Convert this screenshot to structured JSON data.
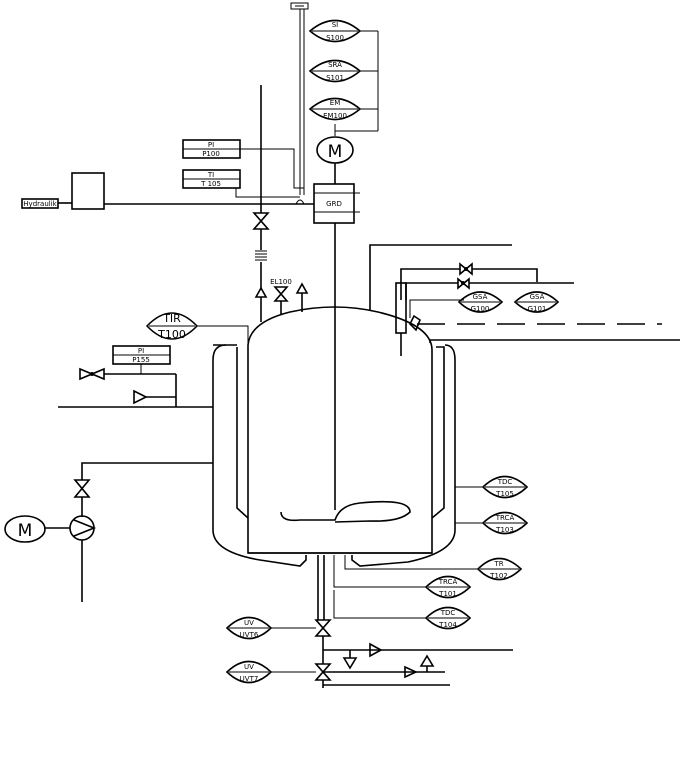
{
  "instruments": {
    "si": {
      "func": "SI",
      "tag": "S100"
    },
    "sra": {
      "func": "SRA",
      "tag": "S101"
    },
    "em": {
      "func": "EM",
      "tag": "EM100"
    },
    "tir": {
      "func": "TIR",
      "tag": "T100"
    },
    "pi_p100": {
      "func": "PI",
      "tag": "P100"
    },
    "ti_t105": {
      "func": "TI",
      "tag": "T 105"
    },
    "pi_p155": {
      "func": "PI",
      "tag": "P155"
    },
    "gsa_g100": {
      "func": "GSA",
      "tag": "G100"
    },
    "gsa_g101": {
      "func": "GSA",
      "tag": "G101"
    },
    "tdc_t105": {
      "func": "TDC",
      "tag": "T105"
    },
    "trca_t103": {
      "func": "TRCA",
      "tag": "T103"
    },
    "tr_t102": {
      "func": "TR",
      "tag": "T102"
    },
    "trca_t101": {
      "func": "TRCA",
      "tag": "T101"
    },
    "tdc_t104": {
      "func": "TDC",
      "tag": "T104"
    },
    "uv_uvt6": {
      "func": "UV",
      "tag": "UVT6"
    },
    "uv_uvt7": {
      "func": "UV",
      "tag": "UVT7"
    }
  },
  "motors": {
    "agitator": "M",
    "pump": "M"
  },
  "labels": {
    "gearbox": "GRD",
    "hydraulic": "Hydraulik",
    "el100": "EL100"
  }
}
